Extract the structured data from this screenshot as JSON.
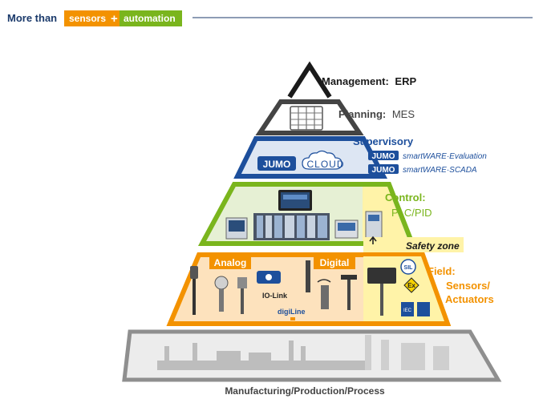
{
  "header": {
    "more_than": "More than",
    "sensors": "sensors",
    "plus": "+",
    "automation": "automation"
  },
  "levels": {
    "management": {
      "bold": "Management:",
      "value": "ERP"
    },
    "planning": {
      "bold": "Planning:",
      "value": "MES"
    },
    "supervisory": {
      "title": "Supervisory",
      "cloud_brand": "JUMO",
      "cloud_sep": "·",
      "cloud_word": "CLOUD",
      "products": [
        {
          "brand": "JUMO",
          "name": "smartWARE·Evaluation"
        },
        {
          "brand": "JUMO",
          "name": "smartWARE·SCADA"
        }
      ]
    },
    "control": {
      "title": "Control:",
      "subtitle": "PLC/PID"
    },
    "safety_zone": "Safety zone",
    "field": {
      "title": "Field:",
      "line2": "Sensors/",
      "line3": "Actuators",
      "analog": "Analog",
      "digital": "Digital",
      "iolink": "IO-Link",
      "digiline": "digiLine",
      "sil": "SIL",
      "ex": "Ex",
      "iec": "IEC"
    },
    "base": "Manufacturing/Production/Process"
  },
  "colors": {
    "navy": "#1b3a6b",
    "orange": "#f39200",
    "green": "#7ab51d",
    "blue": "#1d4f9c",
    "gray": "#9a9a9a",
    "dark": "#222222",
    "yellow_zone": "#fff3a8"
  },
  "icons": [
    "server-rack-icon",
    "touch-panel-icon",
    "controller-module-icon",
    "pressure-sensor-icon",
    "temperature-probe-icon",
    "level-sensor-icon",
    "sil-badge-icon",
    "ex-badge-icon",
    "factory-robot-icon",
    "refinery-icon"
  ]
}
